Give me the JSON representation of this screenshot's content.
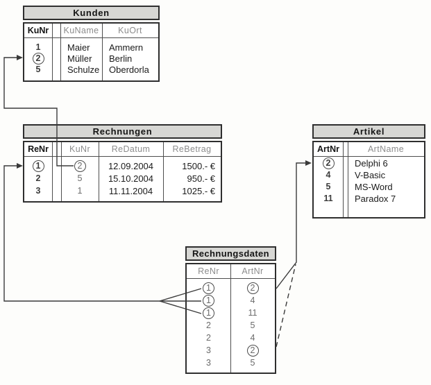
{
  "tables": [
    {
      "name": "Kunden",
      "headers": [
        "KuNr",
        "KuName",
        "KuOrt"
      ],
      "key_column": "KuNr",
      "rows": [
        {
          "cells": [
            {
              "t": "1"
            },
            {
              "t": "Maier"
            },
            {
              "t": "Ammern"
            }
          ]
        },
        {
          "cells": [
            {
              "t": "2",
              "circled": true
            },
            {
              "t": "Müller"
            },
            {
              "t": "Berlin"
            }
          ]
        },
        {
          "cells": [
            {
              "t": "5"
            },
            {
              "t": "Schulze"
            },
            {
              "t": "Oberdorla"
            }
          ]
        }
      ]
    },
    {
      "name": "Rechnungen",
      "headers": [
        "ReNr",
        "KuNr",
        "ReDatum",
        "ReBetrag"
      ],
      "key_column": "ReNr",
      "rows": [
        {
          "cells": [
            {
              "t": "1",
              "circled": true
            },
            {
              "t": "2",
              "circled": true
            },
            {
              "t": "12.09.2004"
            },
            {
              "t": "1500.- €"
            }
          ]
        },
        {
          "cells": [
            {
              "t": "2"
            },
            {
              "t": "5"
            },
            {
              "t": "15.10.2004"
            },
            {
              "t": "950.- €"
            }
          ]
        },
        {
          "cells": [
            {
              "t": "3"
            },
            {
              "t": "1"
            },
            {
              "t": "11.11.2004"
            },
            {
              "t": "1025.- €"
            }
          ]
        }
      ]
    },
    {
      "name": "Artikel",
      "headers": [
        "ArtNr",
        "ArtName"
      ],
      "key_column": "ArtNr",
      "rows": [
        {
          "cells": [
            {
              "t": "2",
              "circled": true
            },
            {
              "t": "Delphi 6"
            }
          ]
        },
        {
          "cells": [
            {
              "t": "4"
            },
            {
              "t": "V-Basic"
            }
          ]
        },
        {
          "cells": [
            {
              "t": "5"
            },
            {
              "t": "MS-Word"
            }
          ]
        },
        {
          "cells": [
            {
              "t": "11"
            },
            {
              "t": "Paradox 7"
            }
          ]
        }
      ]
    },
    {
      "name": "Rechnungsdaten",
      "headers": [
        "ReNr",
        "ArtNr"
      ],
      "rows": [
        {
          "cells": [
            {
              "t": "1",
              "circled": true
            },
            {
              "t": "2",
              "circled": true
            }
          ]
        },
        {
          "cells": [
            {
              "t": "1",
              "circled": true
            },
            {
              "t": "4"
            }
          ]
        },
        {
          "cells": [
            {
              "t": "1",
              "circled": true
            },
            {
              "t": "11"
            }
          ]
        },
        {
          "cells": [
            {
              "t": "2"
            },
            {
              "t": "5"
            }
          ]
        },
        {
          "cells": [
            {
              "t": "2"
            },
            {
              "t": "4"
            }
          ]
        },
        {
          "cells": [
            {
              "t": "3"
            },
            {
              "t": "2",
              "circled": true
            }
          ]
        },
        {
          "cells": [
            {
              "t": "3"
            },
            {
              "t": "5"
            }
          ]
        }
      ]
    }
  ],
  "relations": [
    {
      "from": "Rechnungen.KuNr = 2",
      "to": "Kunden.KuNr = 2",
      "style": "solid-arrow"
    },
    {
      "from": "Rechnungsdaten.ReNr = 1 (3 rows, fanned)",
      "to": "Rechnungen.ReNr = 1",
      "style": "solid-arrow"
    },
    {
      "from": "Rechnungsdaten.ArtNr = 2 (row 1)",
      "to": "Artikel.ArtNr = 2",
      "style": "solid-arrow"
    },
    {
      "from": "Rechnungsdaten.ArtNr = 2 (row 6)",
      "to": "Artikel.ArtNr = 2",
      "style": "dashed"
    }
  ],
  "colors": {
    "table_header_bg": "#d7d7d4",
    "border": "#2e2e2e",
    "muted_text": "#8c8c8c",
    "text": "#1a1a1a",
    "line": "#3a3a3a",
    "background": "#fdfdfb"
  }
}
